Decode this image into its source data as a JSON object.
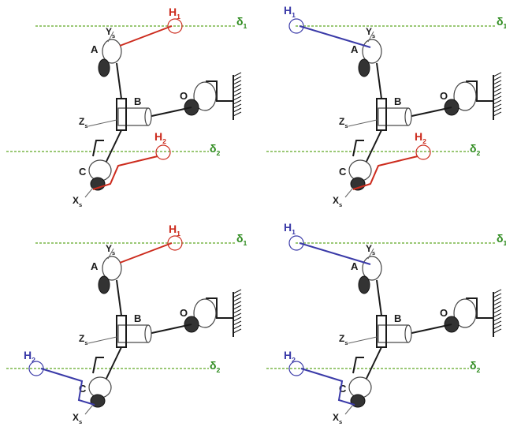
{
  "colors": {
    "red": "#cc2b1d",
    "blue": "#3a3aa8",
    "green": "#2c8a1c",
    "dashed": "#7ab648",
    "link": "#1a1a1a"
  },
  "panels": [
    {
      "h1": {
        "label": "H",
        "sub": "1",
        "side": "right",
        "color": "red"
      },
      "h2": {
        "label": "H",
        "sub": "2",
        "side": "right",
        "color": "red"
      },
      "delta1": {
        "label": "δ",
        "sub": "1"
      },
      "delta2": {
        "label": "δ",
        "sub": "2"
      }
    },
    {
      "h1": {
        "label": "H",
        "sub": "1",
        "side": "left",
        "color": "blue"
      },
      "h2": {
        "label": "H",
        "sub": "2",
        "side": "right",
        "color": "red"
      },
      "delta1": {
        "label": "δ",
        "sub": "1"
      },
      "delta2": {
        "label": "δ",
        "sub": "2"
      }
    },
    {
      "h1": {
        "label": "H",
        "sub": "1",
        "side": "right",
        "color": "red"
      },
      "h2": {
        "label": "H",
        "sub": "2",
        "side": "left",
        "color": "blue"
      },
      "delta1": {
        "label": "δ",
        "sub": "1"
      },
      "delta2": {
        "label": "δ",
        "sub": "2"
      }
    },
    {
      "h1": {
        "label": "H",
        "sub": "1",
        "side": "left",
        "color": "blue"
      },
      "h2": {
        "label": "H",
        "sub": "2",
        "side": "left",
        "color": "blue"
      },
      "delta1": {
        "label": "δ",
        "sub": "1"
      },
      "delta2": {
        "label": "δ",
        "sub": "2"
      }
    }
  ],
  "joints": {
    "A": "A",
    "B": "B",
    "C": "C",
    "O": "O"
  },
  "axes": {
    "ys": {
      "label": "Y",
      "sub": "s"
    },
    "zs": {
      "label": "Z",
      "sub": "s"
    },
    "xs": {
      "label": "X",
      "sub": "s"
    }
  }
}
